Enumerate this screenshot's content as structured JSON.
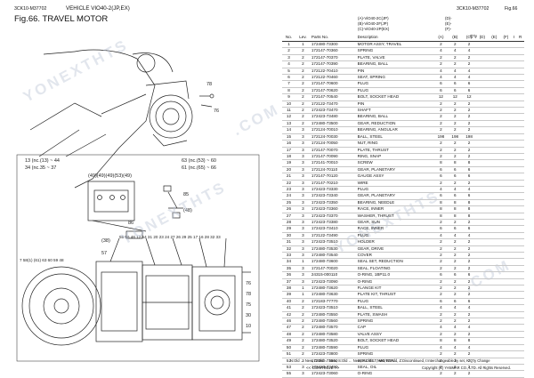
{
  "header": {
    "code": "3CK10-M37702",
    "vehicle": "VEHICLE VIO40-2(JP,EX)",
    "code_right": "3CK10-M37702",
    "fig_right": "Fig.66",
    "title": "Fig.66.  TRAVEL MOTOR"
  },
  "models": [
    "(A)-ViO40-2C(JP)",
    "(B)-ViO40-2F(JP)",
    "(C)-ViO40-2P(EX)"
  ],
  "model_codes": [
    "(D)-",
    "(E)-",
    "(F)-"
  ],
  "columns": [
    "No.",
    "Lev.",
    "Parts No.",
    "Description",
    "(A)",
    "(B)",
    "(C)",
    "(D)",
    "(E)",
    "(F)",
    "I",
    "R"
  ],
  "qty_label": "Q'ty",
  "parts": [
    [
      "1",
      "1",
      "172480-73300",
      "MOTOR ASSY, TRAVEL",
      "2",
      "2",
      "2"
    ],
    [
      "2",
      "2",
      "172147-70360",
      "SPRING",
      "4",
      "4",
      "4"
    ],
    [
      "3",
      "2",
      "172147-70370",
      "PLATE, VALVE",
      "2",
      "2",
      "2"
    ],
    [
      "4",
      "2",
      "172147-70390",
      "BEARING, BALL",
      "2",
      "2",
      "2"
    ],
    [
      "5",
      "2",
      "172122-70410",
      "PIN",
      "4",
      "4",
      "4"
    ],
    [
      "6",
      "2",
      "172122-70460",
      "SEAT, SPRING",
      "4",
      "4",
      "4"
    ],
    [
      "7",
      "2",
      "172147-70600",
      "PLUG",
      "6",
      "6",
      "6"
    ],
    [
      "8",
      "2",
      "172147-70620",
      "PLUG",
      "6",
      "6",
      "6"
    ],
    [
      "9",
      "2",
      "172147-70540",
      "BOLT, SOCKET HEAD",
      "12",
      "12",
      "12"
    ],
    [
      "10",
      "2",
      "172122-73470",
      "PIN",
      "2",
      "2",
      "2"
    ],
    [
      "11",
      "2",
      "172423-73470",
      "SHAFT",
      "2",
      "2",
      "2"
    ],
    [
      "12",
      "2",
      "172423-73480",
      "BEARING, BALL",
      "2",
      "2",
      "2"
    ],
    [
      "13",
      "2",
      "172480-73500",
      "GEAR, REDUCTION",
      "2",
      "2",
      "2"
    ],
    [
      "14",
      "3",
      "172124-70010",
      "BEARING, ANGULAR",
      "2",
      "2",
      "2"
    ],
    [
      "15",
      "3",
      "172124-70030",
      "BALL, STEEL",
      "198",
      "198",
      "198"
    ],
    [
      "16",
      "3",
      "172124-70050",
      "NUT, RING",
      "2",
      "2",
      "2"
    ],
    [
      "17",
      "3",
      "172147-70070",
      "PLATE, THRUST",
      "2",
      "2",
      "2"
    ],
    [
      "18",
      "3",
      "172147-70090",
      "RING, SNAP",
      "2",
      "2",
      "2"
    ],
    [
      "19",
      "3",
      "172141-70010",
      "SCREW",
      "8",
      "8",
      "8"
    ],
    [
      "20",
      "3",
      "172124-70110",
      "GEAR, PLANETARY",
      "6",
      "6",
      "6"
    ],
    [
      "21",
      "3",
      "172147-70120",
      "GAUGE ASSY",
      "6",
      "6",
      "6"
    ],
    [
      "22",
      "3",
      "172147-70210",
      "WIRE",
      "2",
      "2",
      "2"
    ],
    [
      "23",
      "3",
      "172423-73330",
      "PLUG",
      "4",
      "4",
      "4"
    ],
    [
      "24",
      "3",
      "172423-73340",
      "GEAR, PLANETARY",
      "6",
      "6",
      "6"
    ],
    [
      "25",
      "3",
      "172423-73350",
      "BEARING, NEEDLE",
      "8",
      "8",
      "8"
    ],
    [
      "26",
      "3",
      "172423-73360",
      "RACE, INNER",
      "8",
      "8",
      "8"
    ],
    [
      "27",
      "3",
      "172423-73370",
      "WASHER, THRUST",
      "8",
      "8",
      "8"
    ],
    [
      "28",
      "3",
      "172423-73380",
      "GEAR, SUN",
      "2",
      "2",
      "2"
    ],
    [
      "29",
      "3",
      "172423-73410",
      "RACE, INNER",
      "6",
      "6",
      "6"
    ],
    [
      "30",
      "3",
      "172122-73490",
      "PLUG",
      "4",
      "4",
      "4"
    ],
    [
      "31",
      "3",
      "172423-73510",
      "HOLDER",
      "2",
      "2",
      "2"
    ],
    [
      "32",
      "3",
      "172480-73530",
      "GEAR, DRIVE",
      "2",
      "2",
      "2"
    ],
    [
      "33",
      "3",
      "172480-73540",
      "COVER",
      "2",
      "2",
      "2"
    ],
    [
      "34",
      "1",
      "172480-73600",
      "SEAL SET, REDUCTION",
      "2",
      "2",
      "2"
    ],
    [
      "35",
      "3",
      "172147-70020",
      "SEAL, FLOATING",
      "2",
      "2",
      "2"
    ],
    [
      "36",
      "3",
      "24315-000110",
      "O-RING, 1BP11.0",
      "6",
      "6",
      "6"
    ],
    [
      "37",
      "3",
      "172423-73090",
      "O-RING",
      "2",
      "2",
      "2"
    ],
    [
      "38",
      "1",
      "172480-73620",
      "FLANGE KIT",
      "2",
      "2",
      "2"
    ],
    [
      "39",
      "1",
      "172480-73630",
      "PLATE KIT, THRUST",
      "2",
      "2",
      "2"
    ],
    [
      "40",
      "2",
      "172183-77770",
      "PLUG",
      "6",
      "6",
      "6"
    ],
    [
      "41",
      "2",
      "172423-73510",
      "BALL, STEEL",
      "4",
      "4",
      "4"
    ],
    [
      "42",
      "2",
      "172480-73550",
      "PLATE, SWASH",
      "2",
      "2",
      "2"
    ],
    [
      "46",
      "2",
      "172480-73560",
      "SPRING",
      "2",
      "2",
      "2"
    ],
    [
      "47",
      "2",
      "172480-73570",
      "CAP",
      "4",
      "4",
      "4"
    ],
    [
      "48",
      "2",
      "172480-73580",
      "VALVE ASSY",
      "2",
      "2",
      "2"
    ],
    [
      "49",
      "2",
      "172480-73520",
      "BOLT, SOCKET HEAD",
      "8",
      "8",
      "8"
    ],
    [
      "50",
      "2",
      "172480-73590",
      "PLUG",
      "4",
      "4",
      "4"
    ],
    [
      "51",
      "2",
      "172423-73800",
      "SPRING",
      "2",
      "2",
      "2"
    ],
    [
      "52",
      "3",
      "172480-73610",
      "SEAL SET, MOTOR",
      "2",
      "2",
      "2"
    ],
    [
      "53",
      "3",
      "172423-73490",
      "SEAL, OIL",
      "2",
      "2",
      "2"
    ],
    [
      "55",
      "3",
      "172423-73060",
      "O-RING",
      "2",
      "2",
      "2"
    ]
  ],
  "callouts": {
    "c78": "78",
    "c76": "76",
    "inset1": "13 (nc.(13) ~ 44",
    "inset2": "34 (nc.35 ~ 37",
    "inset3": "63 (nc.(53) ~ 60",
    "inset4": "61 (nc.(65) ~ 66",
    "sub_kit": "(49)(49)(49)(53)(49)",
    "c38": "(38)",
    "c85": "85",
    "c48": "(48)",
    "c86": "86",
    "row_top": "55 56  46 12 54 31 20 23 24 27 26 29 25 17 16 28 32 33",
    "left_nums": "7 58(1)   (61)   63 60   59 48",
    "c57": "57",
    "c76b": "76",
    "c78b": "78",
    "c75": "75",
    "c30": "30",
    "c10": "10"
  },
  "watermarks": [
    "YONEXTHTS",
    ".COM",
    "YONEXTHTS",
    ".COM",
    "YONEXTHTS"
  ],
  "footer": {
    "line1": "N:Old ← New, D:Old ← New, S:Old ← New, R:Old ← New, W:Add, Z:Discontinued, I:Interchangeable by set, K:Q'ty Change",
    "continue": "<< CONTINUE >>",
    "copyright": "Copyright (C)  YANMAR CO., LTD. All Rights Reserved."
  }
}
